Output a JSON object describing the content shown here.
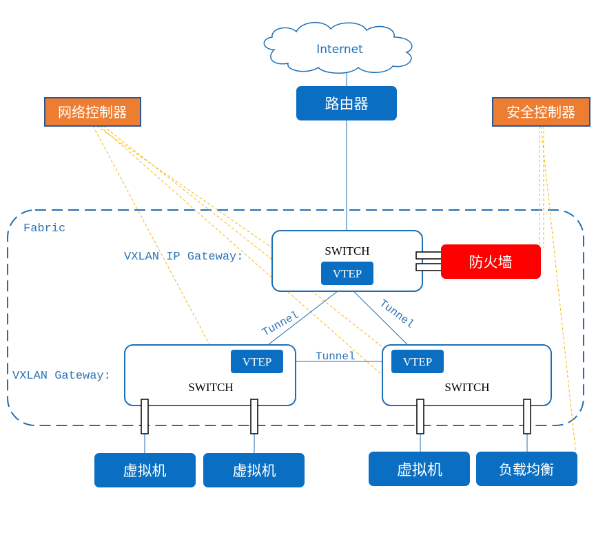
{
  "colors": {
    "blue_fill": "#0a6fc2",
    "blue_stroke": "#1f6fb4",
    "orange_fill": "#ed7d31",
    "red_fill": "#ff0000",
    "dashed_orange": "#f5b800",
    "mono_text": "#2e74b5"
  },
  "diagram": {
    "internet": "Internet",
    "router": "路由器",
    "network_controller": "网络控制器",
    "security_controller": "安全控制器",
    "fabric_label": "Fabric",
    "ip_gateway_label": "VXLAN IP Gateway:",
    "gateway_label": "VXLAN Gateway:",
    "switch_top": "SWITCH",
    "switch_left": "SWITCH",
    "switch_right": "SWITCH",
    "vtep_top": "VTEP",
    "vtep_left": "VTEP",
    "vtep_right": "VTEP",
    "firewall": "防火墙",
    "tunnel_left": "Tunnel",
    "tunnel_right": "Tunnel",
    "tunnel_middle": "Tunnel",
    "vm1": "虚拟机",
    "vm2": "虚拟机",
    "vm3": "虚拟机",
    "load_balancer": "负载均衡"
  }
}
